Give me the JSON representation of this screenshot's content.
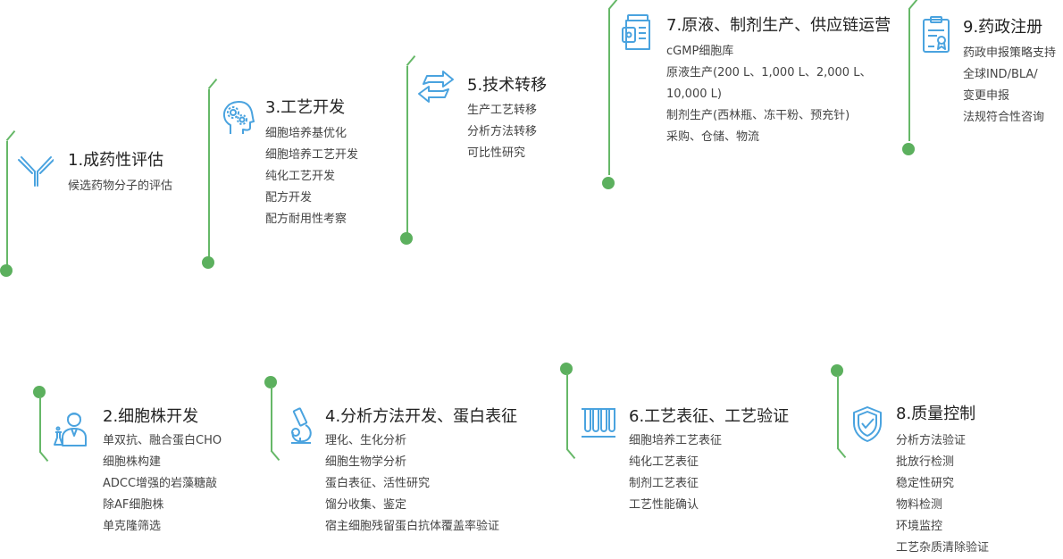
{
  "accent_color": "#4aa3df",
  "line_color": "#66b868",
  "steps": {
    "s1": {
      "icon": "antibody-icon",
      "title": "1.成药性评估",
      "items": [
        "候选药物分子的评估"
      ]
    },
    "s2": {
      "icon": "scientist-icon",
      "title": "2.细胞株开发",
      "items": [
        "单双抗、融合蛋白CHO",
        "细胞株构建",
        "ADCC增强的岩藻糖敲",
        "除AF细胞株",
        "单克隆筛选"
      ]
    },
    "s3": {
      "icon": "brain-gears-icon",
      "title": "3.工艺开发",
      "items": [
        "细胞培养基优化",
        "细胞培养工艺开发",
        "纯化工艺开发",
        "配方开发",
        "配方耐用性考察"
      ]
    },
    "s4": {
      "icon": "microscope-icon",
      "title": "4.分析方法开发、蛋白表征",
      "items": [
        "理化、生化分析",
        "细胞生物学分析",
        "蛋白表征、活性研究",
        "馏分收集、鉴定",
        "宿主细胞残留蛋白抗体覆盖率验证"
      ]
    },
    "s5": {
      "icon": "transfer-arrows-icon",
      "title": "5.技术转移",
      "items": [
        "生产工艺转移",
        "分析方法转移",
        "可比性研究"
      ]
    },
    "s6": {
      "icon": "test-tubes-icon",
      "title": "6.工艺表征、工艺验证",
      "items": [
        "细胞培养工艺表征",
        "纯化工艺表征",
        "制剂工艺表征",
        "工艺性能确认"
      ]
    },
    "s7": {
      "icon": "medicine-bottle-icon",
      "title": "7.原液、制剂生产、供应链运营",
      "items": [
        "cGMP细胞库",
        "原液生产(200 L、1,000 L、2,000 L、",
        "10,000 L)",
        "制剂生产(西林瓶、冻干粉、预充针)",
        "采购、仓储、物流"
      ]
    },
    "s8": {
      "icon": "shield-check-icon",
      "title": "8.质量控制",
      "items": [
        "分析方法验证",
        "批放行检测",
        "稳定性研究",
        "物料检测",
        "环境监控",
        "工艺杂质清除验证"
      ]
    },
    "s9": {
      "icon": "certificate-icon",
      "title": "9.药政注册",
      "items": [
        "药政申报策略支持",
        "全球IND/BLA/",
        "变更申报",
        "法规符合性咨询"
      ]
    }
  }
}
